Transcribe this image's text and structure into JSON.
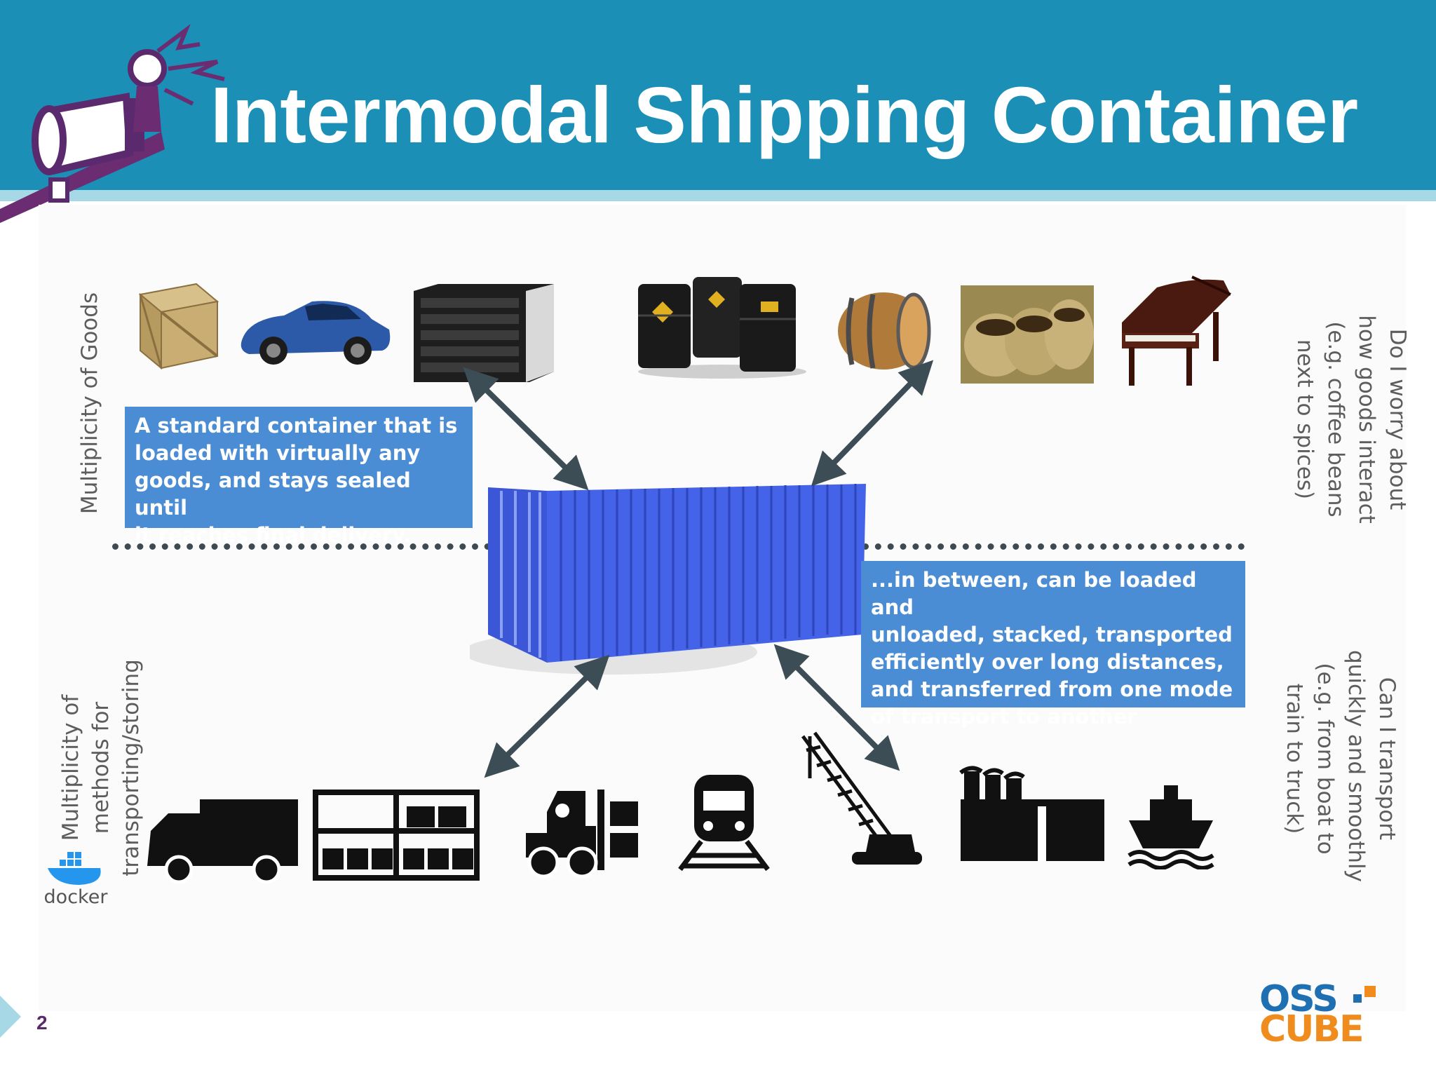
{
  "slide": {
    "title": "Intermodal Shipping Container",
    "page_number": "2"
  },
  "labels": {
    "left_top": "Multiplicity of Goods",
    "left_bottom": [
      "Multiplicity of",
      "methods for",
      "transporting/storing"
    ],
    "right_top": [
      "Do I worry about",
      "how goods interact",
      "(e.g. coffee beans",
      "next to spices)"
    ],
    "right_bottom": [
      "Can I transport",
      "quickly and smoothly",
      "(e.g. from boat to",
      "train to truck)"
    ]
  },
  "boxes": {
    "top_left": [
      "A standard container that is",
      "loaded with virtually any",
      "goods, and stays sealed until",
      "it reaches final delivery."
    ],
    "bottom_right": [
      "...in between, can be loaded and",
      "unloaded, stacked, transported",
      "efficiently over long distances,",
      "and transferred from one mode",
      "of transport to another"
    ]
  },
  "goods_icons": [
    "crate-icon",
    "sports-car-icon",
    "server-rack-icon",
    "oil-drums-icon",
    "barrel-icon",
    "coffee-sacks-icon",
    "piano-icon"
  ],
  "transport_icons": [
    "truck-icon",
    "shelving-icon",
    "forklift-icon",
    "train-icon",
    "crane-icon",
    "factory-icon",
    "ship-icon"
  ],
  "brand": {
    "docker_text": "docker",
    "logo_line1": "OSS",
    "logo_line2": "CUBE"
  },
  "colors": {
    "header": "#1b8fb5",
    "header_strip": "#a6d8e5",
    "box": "#4a8dd4",
    "container": "#3f5fe0",
    "arrow": "#3d4d55",
    "logo_blue": "#1f6fb3",
    "logo_orange": "#f08c1e"
  }
}
